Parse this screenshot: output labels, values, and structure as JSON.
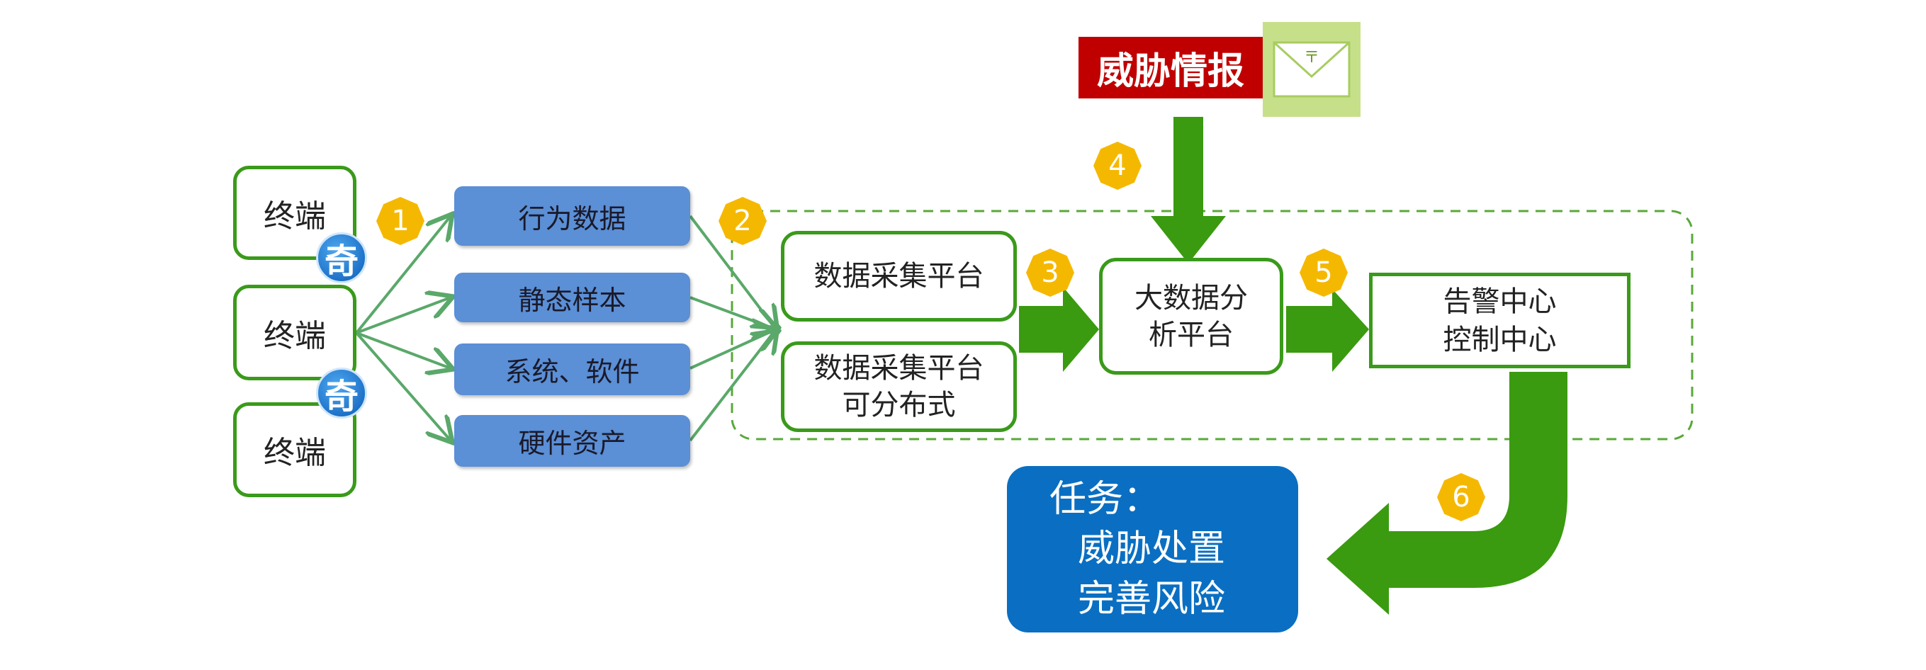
{
  "terminals": [
    "终端",
    "终端",
    "终端"
  ],
  "badge_char": "奇",
  "data_types": [
    "行为数据",
    "静态样本",
    "系统、软件",
    "硬件资产"
  ],
  "collect": {
    "box1": "数据采集平台",
    "box2_line1": "数据采集平台",
    "box2_line2": "可分布式"
  },
  "analysis": {
    "line1": "大数据分",
    "line2": "析平台"
  },
  "alert": {
    "line1": "告警中心",
    "line2": "控制中心"
  },
  "intel": {
    "label": "威胁情报",
    "icon": "envelope-icon"
  },
  "task": {
    "title": "任务：",
    "line1": "威胁处置",
    "line2": "完善风险"
  },
  "steps": [
    "1",
    "2",
    "3",
    "4",
    "5",
    "6"
  ],
  "colors": {
    "green": "#3a9a1a",
    "blue_box": "#5b8fd6",
    "task": "#0a6fc2",
    "red": "#c00000",
    "step": "#f5b800"
  }
}
